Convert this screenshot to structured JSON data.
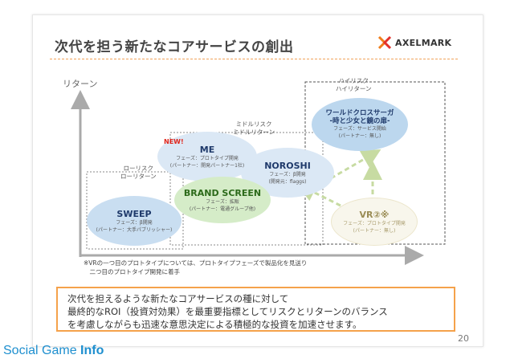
{
  "slide": {
    "title": "次代を担う新たなコアサービスの創出",
    "logo_text": "AXELMARK",
    "y_axis_label": "リターン",
    "zones": {
      "high": "ハイリスク\nハイリターン",
      "middle": "ミドルリスク\nミドルリターン",
      "low": "ローリスク\nローリターン"
    },
    "new_badge": "NEW!",
    "bubbles": {
      "world": {
        "name": "ワールドクロスサーガ\n-時と少女と鏡の扉-",
        "line1": "フェーズ：サービス開始",
        "line2": "(パートナー：無し)",
        "color": "#bcd7ee"
      },
      "me": {
        "name": "ME",
        "line1": "フェーズ：プロトタイプ開発",
        "line2": "(パートナー：開発パートナー1社)",
        "color": "#dbe8f5"
      },
      "noroshi": {
        "name": "NOROSHI",
        "line1": "フェーズ：β開発",
        "line2": "(開発元：flaggs)",
        "color": "#dbe8f5"
      },
      "brand": {
        "name": "BRAND SCREEN",
        "line1": "フェーズ：拡販",
        "line2": "(パートナー：電通グループ他)",
        "color": "#d5ecc8"
      },
      "sweep": {
        "name": "SWEEP",
        "line1": "フェーズ：β開発",
        "line2": "(パートナー：大手パブリッシャー)",
        "color": "#c9def1"
      },
      "vr": {
        "name": "VR②※",
        "line1": "フェーズ：プロトタイプ開発",
        "line2": "(パートナー：無し)",
        "color": "#f8f6ec"
      }
    },
    "footnote": "※VRの一つ目のプロトタイプについては、プロトタイプフェーズで製品化を見送り\n　二つ目のプロトタイプ開発に着手",
    "message": "次代を担えるような新たなコアサービスの種に対して\n最終的なROI（投資対効果）を最重要指標としてリスクとリターンのバランス\nを考慮しながらも迅速な意思決定による積極的な投資を加速させます。",
    "page_number": "20"
  },
  "watermark": {
    "part1": "Social Game ",
    "part2": "Info"
  }
}
